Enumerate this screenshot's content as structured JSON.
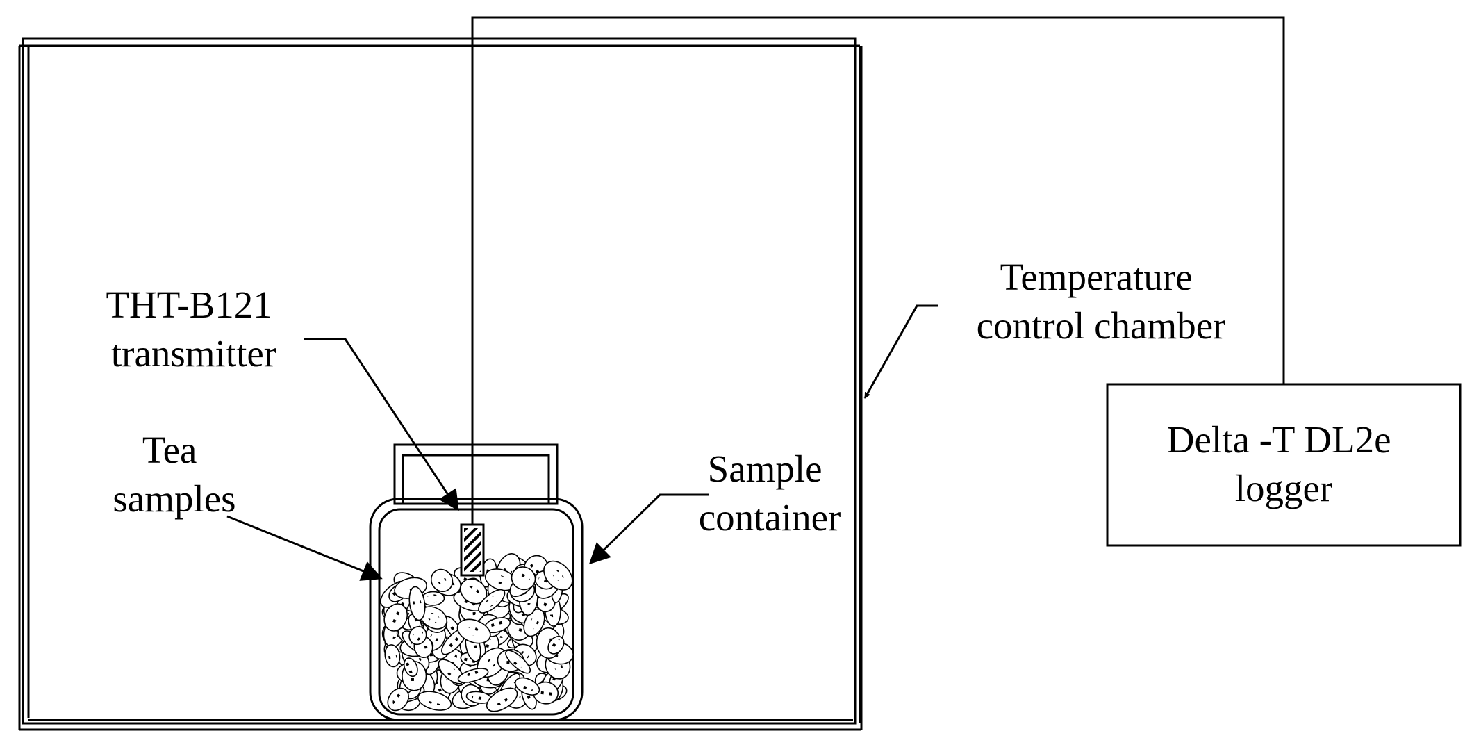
{
  "labels": {
    "chamber": [
      "Temperature",
      "control chamber"
    ],
    "transmitter": [
      "THT-B121",
      "transmitter"
    ],
    "tea": [
      "Tea",
      "samples"
    ],
    "container": [
      "Sample",
      "container"
    ],
    "logger": [
      "Delta -T DL2e",
      "logger"
    ]
  }
}
